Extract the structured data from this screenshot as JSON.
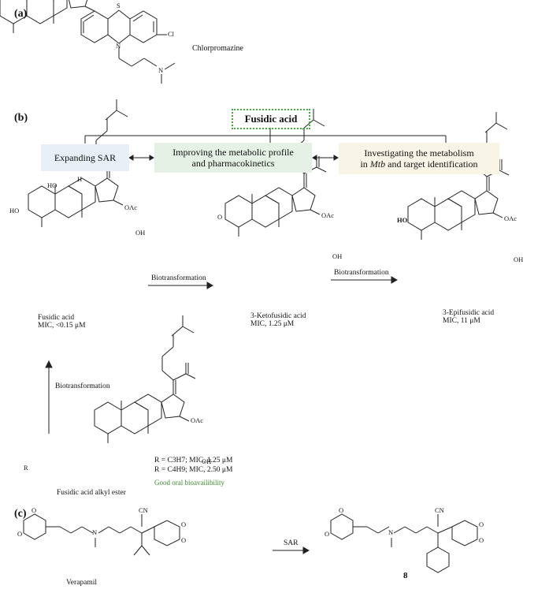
{
  "panels": {
    "a": {
      "label": "(a)",
      "compound_name": "Chlorpromazine",
      "atoms": {
        "s": "S",
        "n": "N",
        "cl": "Cl",
        "n2": "N"
      }
    },
    "b": {
      "label": "(b)",
      "header": "Fusidic acid",
      "boxes": {
        "left": "Expanding SAR",
        "center_line1": "Improving the metabolic profile",
        "center_line2": "and pharmacokinetics",
        "right_line1": "Investigating the metabolism",
        "right_line2_pre": "in ",
        "right_line2_italic": "Mtb",
        "right_line2_post": " and target identification"
      },
      "compounds": {
        "fusidic": {
          "name": "Fusidic acid",
          "mic": "MIC, <0.15 μM"
        },
        "keto": {
          "name": "3-Ketofusidic acid",
          "mic": "MIC, 1.25 μM"
        },
        "epi": {
          "name": "3-Epifusidic acid",
          "mic": "MIC, 11 μM"
        },
        "ester": {
          "name": "Fusidic acid alkyl ester",
          "r1": "R = C3H7; MIC, 1.25 μM",
          "r2": "R = C4H9; MIC, 2.50 μM",
          "note": "Good oral bioavailibility"
        }
      },
      "arrows": {
        "a1": "Biotransformation",
        "a2": "Biotransformation",
        "a3": "Biotransformation"
      },
      "atoms": {
        "oh": "OH",
        "ho": "HO",
        "oac": "OAc",
        "h": "H",
        "o": "O",
        "r": "R"
      }
    },
    "c": {
      "label": "(c)",
      "left_name": "Verapamil",
      "arrow": "SAR",
      "right_name": "8",
      "atoms": {
        "cn": "CN",
        "n": "N",
        "o": "O"
      }
    }
  },
  "colors": {
    "header_border": "#3fae3f",
    "box_left_bg": "#e8eff6",
    "box_center_bg": "#e6f1e6",
    "box_right_bg": "#f8f5e6",
    "note_green": "#3a8a2e"
  }
}
